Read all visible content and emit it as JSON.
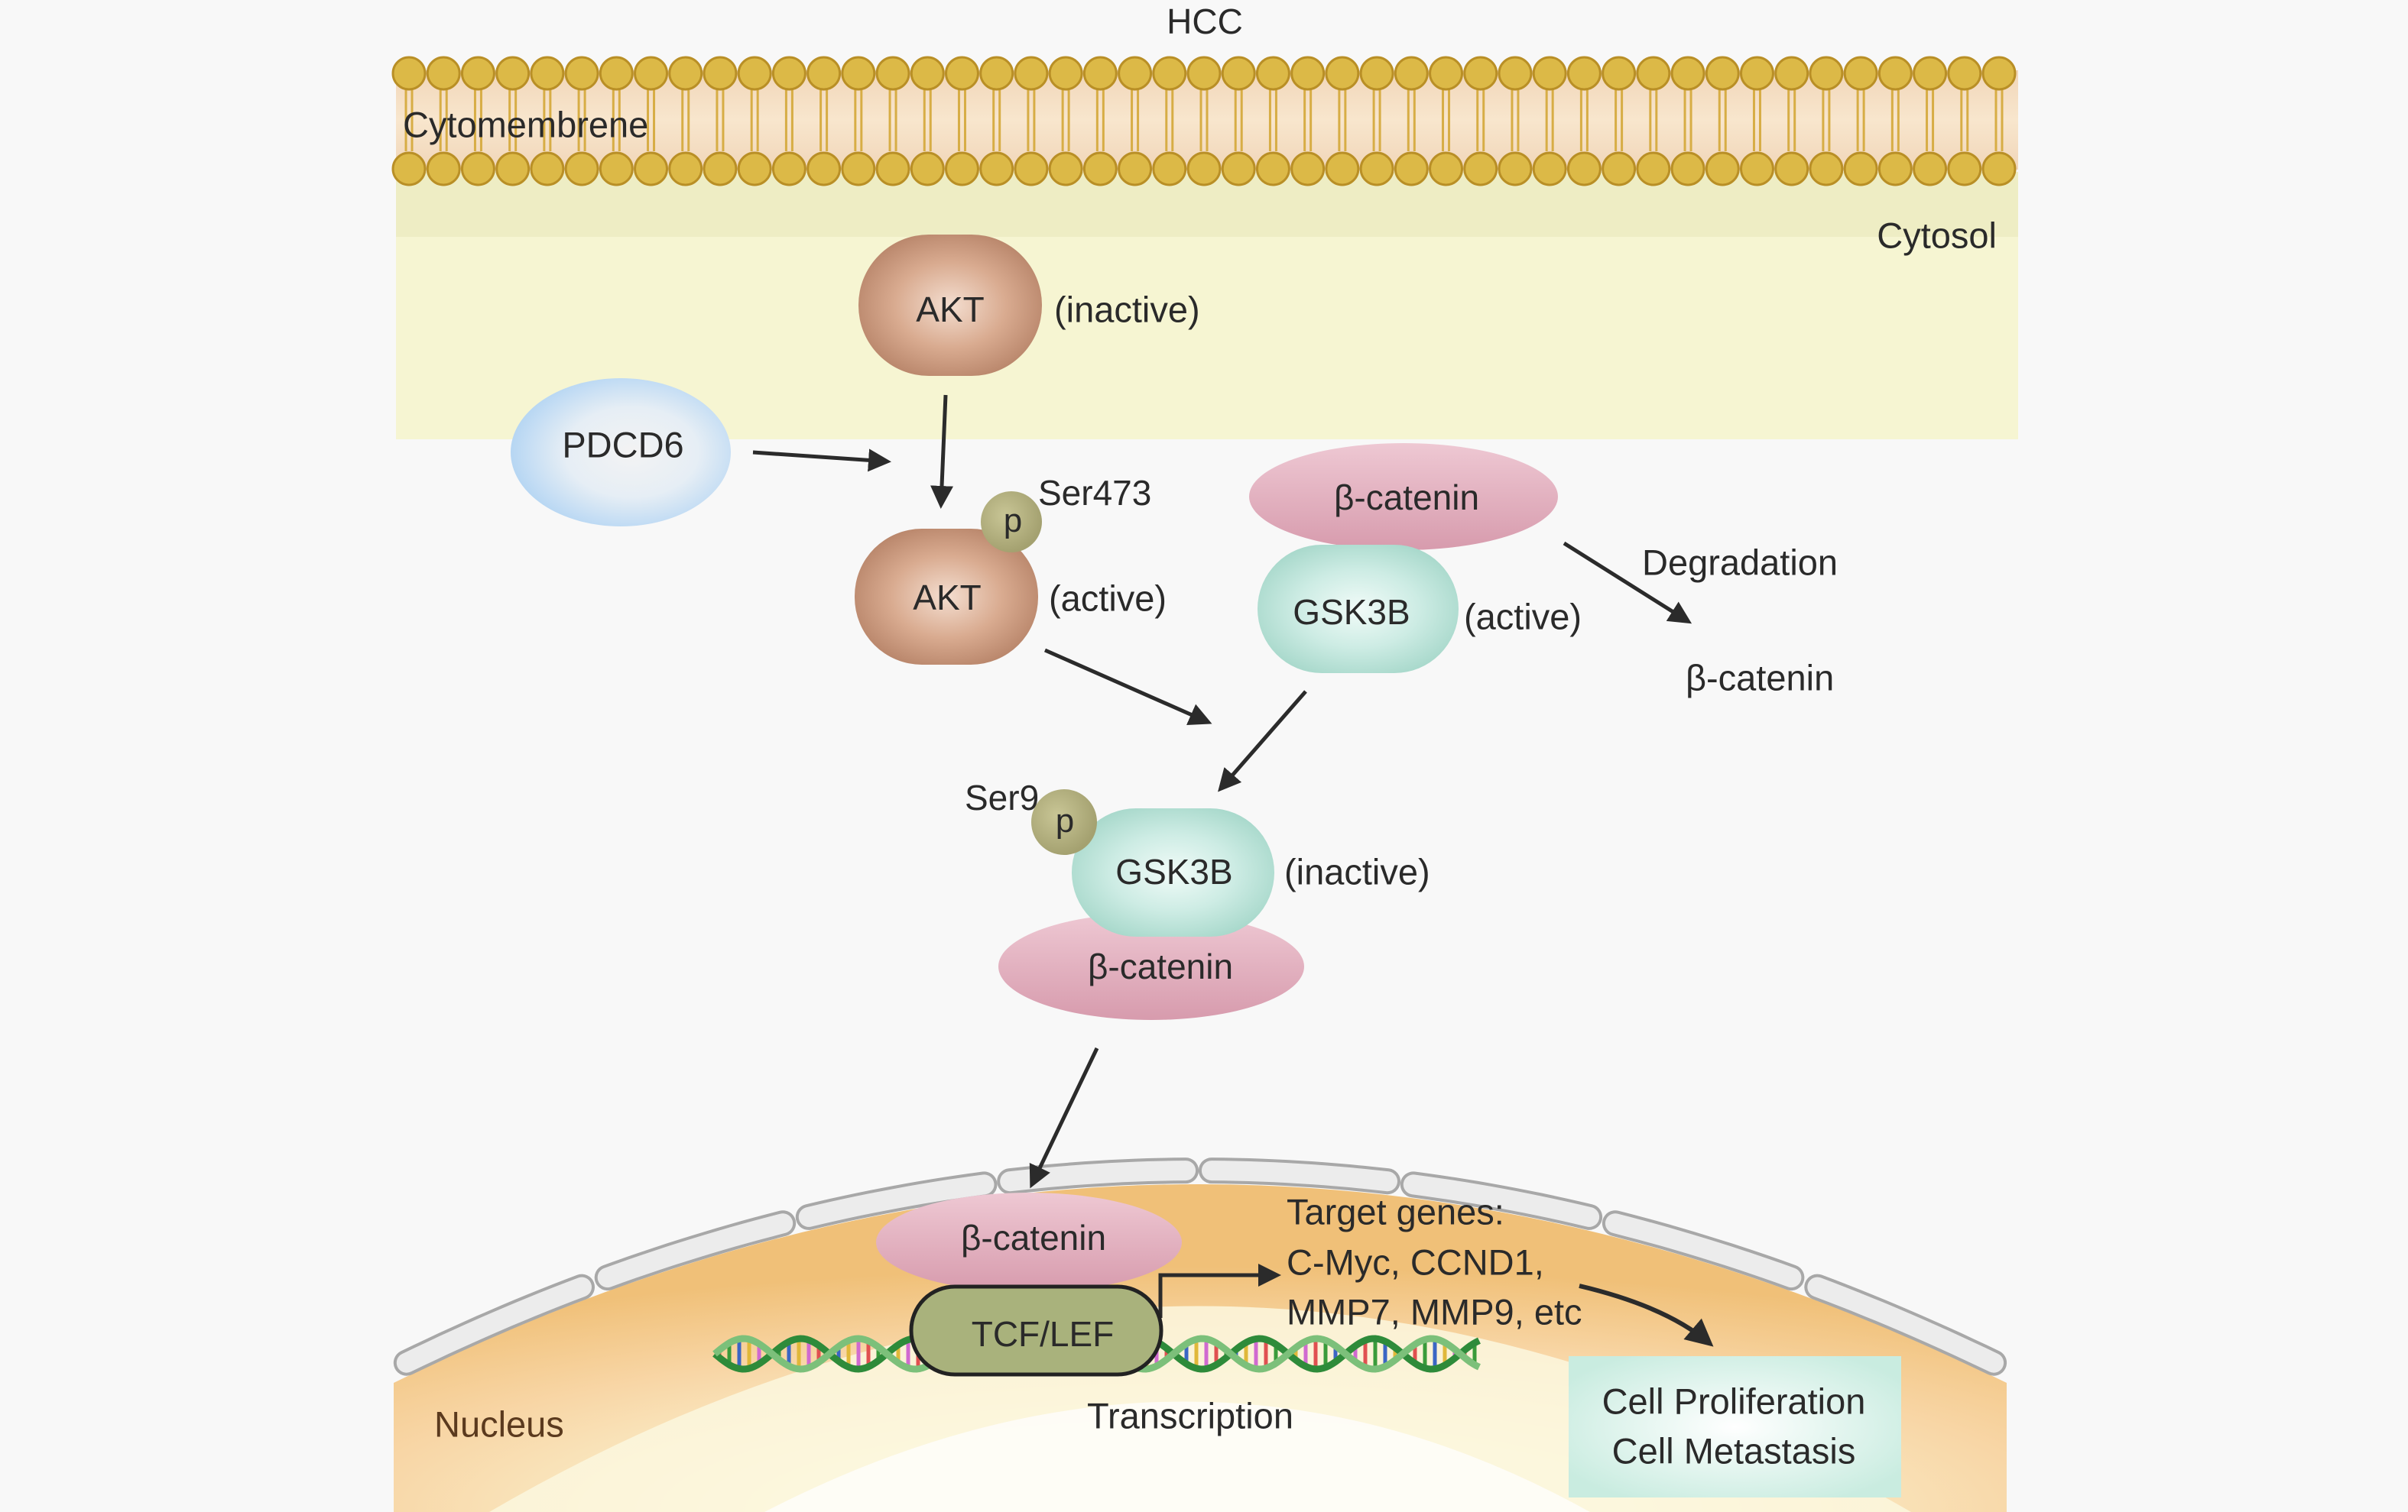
{
  "title": "HCC",
  "compartments": {
    "membrane": "Cytomembrene",
    "cytosol": "Cytosol",
    "nucleus": "Nucleus"
  },
  "molecules": {
    "akt_inactive": "AKT",
    "akt_active": "AKT",
    "pdcd6": "PDCD6",
    "bcat_top": "β-catenin",
    "gsk3b_active": "GSK3B",
    "gsk3b_inactive": "GSK3B",
    "bcat_mid": "β-catenin",
    "bcat_nuc": "β-catenin",
    "tcf_lef": "TCF/LEF"
  },
  "phospho": {
    "p1": "p",
    "p2": "p",
    "site_akt": "Ser473",
    "site_gsk": "Ser9"
  },
  "states": {
    "akt_inactive": "(inactive)",
    "akt_active": "(active)",
    "gsk3b_active": "(active)",
    "gsk3b_inactive": "(inactive)"
  },
  "degradation": {
    "label": "Degradation",
    "product": "β-catenin"
  },
  "target_genes": {
    "header": "Target genes:",
    "line1": "C-Myc, CCND1,",
    "line2": "MMP7, MMP9, etc"
  },
  "transcription": "Transcription",
  "outcomes": {
    "line1": "Cell Proliferation",
    "line2": "Cell Metastasis"
  },
  "colors": {
    "membrane_head": "#dcb947",
    "cytosol": "#f6f5d2",
    "akt": "#c99b7f",
    "gsk3b": "#bfe5dc",
    "bcatenin": "#e3afbe",
    "pdcd6": "#bcd9f2",
    "phospho": "#b3b07e",
    "tcf": "#a9b27c",
    "nucleus": "#f4c97a",
    "outcome_box": "#cfeee3"
  }
}
